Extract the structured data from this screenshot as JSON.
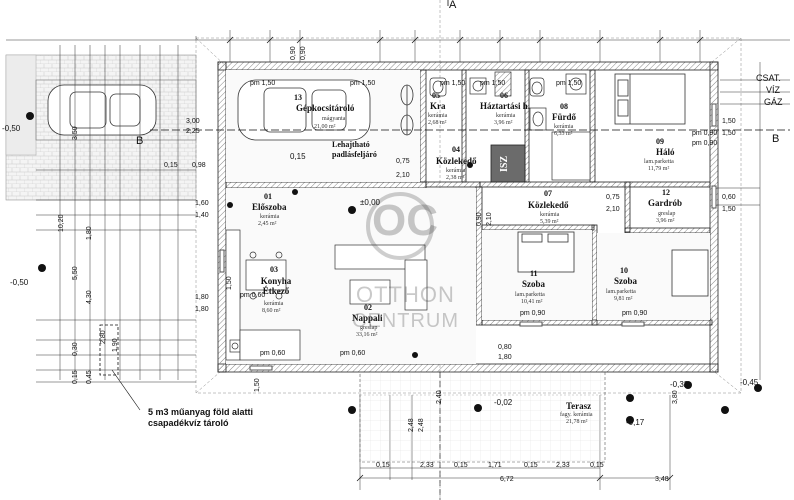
{
  "rooms": [
    {
      "num": "13",
      "name": "Gépkocsitároló",
      "floor": "mágyanta",
      "area": "21,00 m²"
    },
    {
      "num": "05",
      "name": "Kra",
      "floor": "kerámia",
      "area": "2,68 m²"
    },
    {
      "num": "06",
      "name": "Háztartási h.",
      "floor": "kerámia",
      "area": "3,96 m²"
    },
    {
      "num": "08",
      "name": "Fürdő",
      "floor": "kerámia",
      "area": "6,33 m²"
    },
    {
      "num": "09",
      "name": "Háló",
      "floor": "lam.parketta",
      "area": "11,79 m²"
    },
    {
      "num": "04",
      "name": "Közlekedő",
      "floor": "kerámia",
      "area": "2,38 m²"
    },
    {
      "num": "07",
      "name": "Közlekedő",
      "floor": "kerámia",
      "area": "5,39 m²"
    },
    {
      "num": "12",
      "name": "Gardrób",
      "floor": "greslap",
      "area": "3,96 m²"
    },
    {
      "num": "01",
      "name": "Előszoba",
      "floor": "kerámia",
      "area": "2,45 m²"
    },
    {
      "num": "03",
      "name": "Konyha Étkező",
      "floor": "kerámia",
      "area": "8,60 m²"
    },
    {
      "num": "02",
      "name": "Nappali",
      "floor": "greslap",
      "area": "33,16 m²"
    },
    {
      "num": "11",
      "name": "Szoba",
      "floor": "lam.parketta",
      "area": "10,41 m²"
    },
    {
      "num": "10",
      "name": "Szoba",
      "floor": "lam.parketta",
      "area": "9,81 m²"
    },
    {
      "num": "",
      "name": "Terasz",
      "floor": "fagy. kerámia",
      "area": "21,78 m²"
    }
  ],
  "labels": {
    "attic": "Lehajtható padlásfeljáró",
    "isz": "ISZ",
    "tank_line1": "5 m3 műanyag föld alatti",
    "tank_line2": "csapadékvíz tároló",
    "section_a": "A",
    "section_b_left": "B",
    "section_b_right": "B",
    "util_csat": "CSAT.",
    "util_viz": "VÍZ",
    "util_gaz": "GÁZ",
    "watermark_oc": "OC",
    "watermark_line1": "OTTHON",
    "watermark_line2": "CENTRUM"
  },
  "levels": [
    "±0,00",
    "-0,50",
    "-0,50",
    "-0,32",
    "-0,45",
    "-0,17",
    "-0,02",
    "0,15"
  ],
  "pm_labels": [
    "pm 1,50",
    "pm 1,50",
    "pm 1,50",
    "pm 1,50",
    "pm 1,50",
    "pm 0,90",
    "pm 0,90",
    "pm 0,60",
    "pm 0,60",
    "pm 0,60",
    "pm 0,90",
    "pm 0,90"
  ],
  "dims_bottom": [
    "0,15",
    "2,33",
    "0,15",
    "1,71",
    "0,15",
    "2,33",
    "0,15",
    "6,72",
    "3,48"
  ],
  "dims_misc": [
    "3,00",
    "2,25",
    "0,15",
    "0,98",
    "0,75",
    "2,10",
    "0,75",
    "2,10",
    "0,60",
    "1,50",
    "1,50",
    "1,50",
    "0,90",
    "2,10",
    "2,40",
    "1,80",
    "1,80",
    "0,80",
    "1,80",
    "2,48",
    "2,48",
    "3,80",
    "1,50",
    "1,50",
    "0,90",
    "0,90",
    "3,50",
    "5,50",
    "4,30",
    "1,80",
    "2,80",
    "1,90",
    "0,30",
    "0,15",
    "0,45",
    "10,20",
    "1,60",
    "1,40"
  ]
}
